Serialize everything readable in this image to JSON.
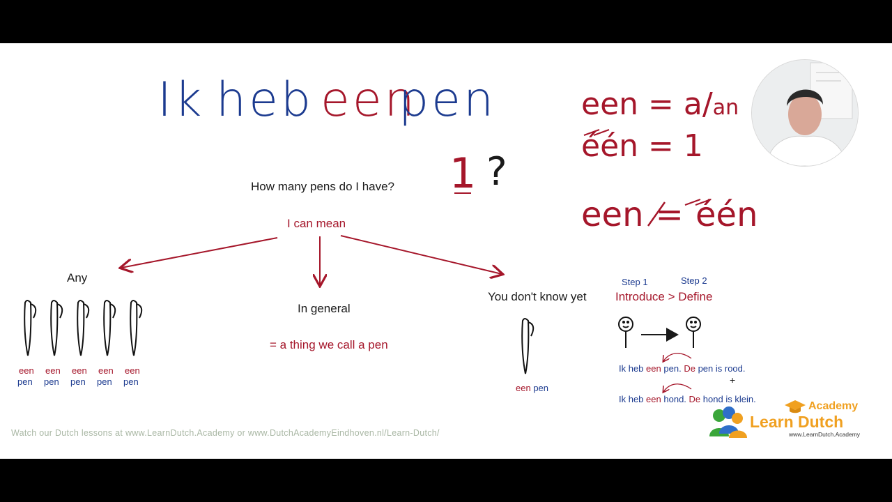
{
  "sentence": {
    "w1": "Ik",
    "w2": "heb",
    "w3": "een",
    "w4": "pen"
  },
  "margin_one": "1",
  "margin_q": "?",
  "eq": {
    "l1_left": "een",
    "l1_sym": "=",
    "l1_a": "a",
    "l1_an": "an",
    "l2_left": "één",
    "l2_sym": "=",
    "l2_right": "1",
    "l3_left": "een",
    "l3_right": "één"
  },
  "question": "How many pens do I have?",
  "i_can_mean": "I can mean",
  "any": "Any",
  "in_general": "In general",
  "general_def": "= a thing we call a pen",
  "dont_know": "You don't know yet",
  "pen_words": {
    "een": "een",
    "pen": "pen"
  },
  "steps": {
    "step1": "Step 1",
    "step2": "Step 2",
    "intro": "Introduce",
    "gt": ">",
    "define": "Define"
  },
  "ex1": {
    "a": "Ik heb",
    "b": "een",
    "c": "pen.",
    "d": "De",
    "e": "pen is rood."
  },
  "plus": "+",
  "ex2": {
    "a": "Ik heb",
    "b": "een",
    "c": "hond.",
    "d": "De",
    "e": "hond is klein."
  },
  "footer": "Watch our Dutch lessons at www.LearnDutch.Academy or www.DutchAcademyEindhoven.nl/Learn-Dutch/",
  "logo": {
    "academy": "Academy",
    "name": "Learn Dutch",
    "url": "www.LearnDutch.Academy"
  },
  "colors": {
    "blue": "#1b3a8f",
    "red": "#a5162a",
    "background": "#ffffff",
    "letterbox": "#000000"
  }
}
